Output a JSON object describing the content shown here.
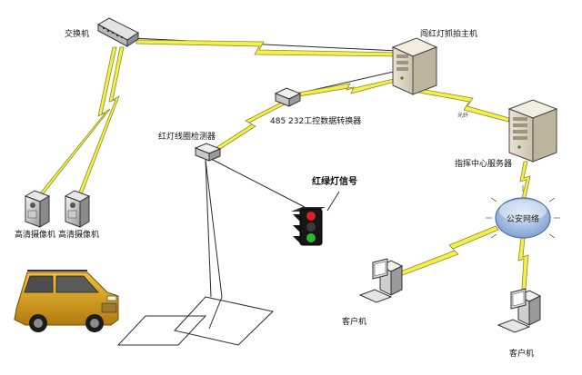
{
  "labels": {
    "switch": "交换机",
    "camera_1": "高清摄像机",
    "camera_2": "高清摄像机",
    "capture_host": "闯红灯抓拍主机",
    "converter": "485 232工控数据转换器",
    "coil_detector": "红灯线圈检测器",
    "signal": "红绿灯信号",
    "command_server": "指挥中心服务器",
    "public_network": "公安网络",
    "client_1": "客户机",
    "client_2": "客户机",
    "link_tag": "光纤"
  },
  "colors": {
    "lightning": "#f3f04a",
    "lightning_stroke": "#8a8a2a",
    "cable": "#2b2b2b",
    "car_body": "#d9a21c",
    "network_ring": "#7fa7d9"
  },
  "icons": {
    "switch": "network-switch-icon",
    "camera": "camera-icon",
    "host": "server-tower-icon",
    "converter": "converter-box-icon",
    "detector": "detector-box-icon",
    "traffic_light": "traffic-light-icon",
    "network": "network-cloud-icon",
    "client": "desktop-computer-icon",
    "car": "car-icon"
  }
}
